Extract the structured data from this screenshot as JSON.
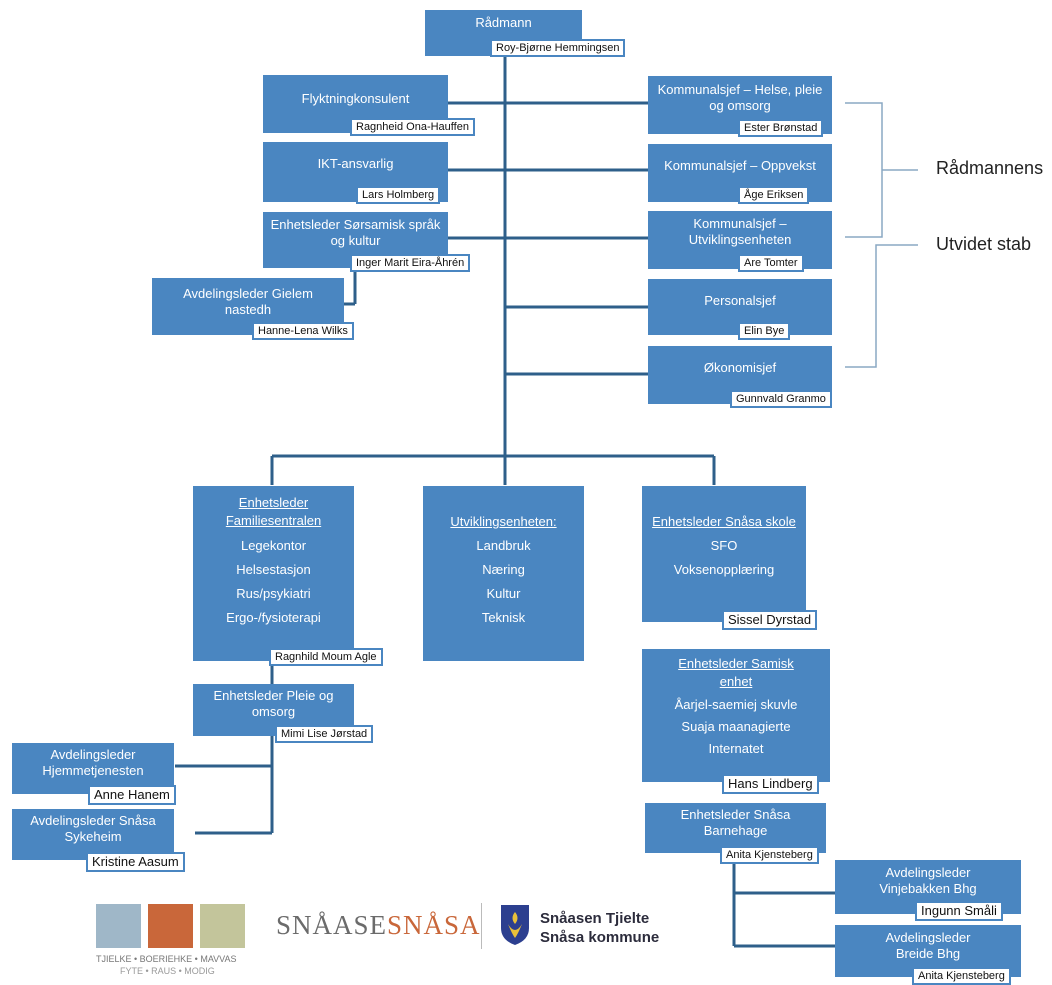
{
  "top": {
    "title": "Rådmann",
    "name": "Roy-Bjørne Hemmingsen"
  },
  "left_staff": [
    {
      "title": "Flyktningkonsulent",
      "name": "Ragnheid Ona-Hauffen"
    },
    {
      "title": "IKT-ansvarlig",
      "name": "Lars Holmberg"
    },
    {
      "title": "Enhetsleder Sørsamisk språk og kultur",
      "name": "Inger Marit Eira-Åhrén"
    },
    {
      "title": "Avdelingsleder Gielem nastedh",
      "name": "Hanne-Lena Wilks"
    }
  ],
  "right_staff": [
    {
      "title": "Kommunalsjef – Helse, pleie og omsorg",
      "name": "Ester Brønstad"
    },
    {
      "title": "Kommunalsjef – Oppvekst",
      "name": "Åge Eriksen"
    },
    {
      "title": "Kommunalsjef – Utviklingsenheten",
      "name": "Are Tomter"
    },
    {
      "title": "Personalsjef",
      "name": "Elin Bye"
    },
    {
      "title": "Økonomisjef",
      "name": "Gunnvald Granmo"
    }
  ],
  "side_labels": {
    "radmannens": "Rådmannens",
    "utvidet": "Utvidet stab"
  },
  "familie": {
    "title": "Enhetsleder Familiesentralen",
    "items": [
      "Legekontor",
      "Helsestasjon",
      "Rus/psykiatri",
      "Ergo-/fysioterapi"
    ],
    "name": "Ragnhild Moum Agle"
  },
  "utvikling": {
    "title": "Utviklingsenheten:",
    "items": [
      "Landbruk",
      "Næring",
      "Kultur",
      "Teknisk"
    ]
  },
  "skole": {
    "title": "Enhetsleder Snåsa skole",
    "items": [
      "SFO",
      "Voksenopplæring"
    ],
    "name": "Sissel Dyrstad"
  },
  "samisk": {
    "title": "Enhetsleder Samisk enhet",
    "items": [
      "Åarjel-saemiej skuvle",
      "Suaja maanagierte",
      "Internatet"
    ],
    "name": "Hans Lindberg"
  },
  "pleie": {
    "title": "Enhetsleder Pleie og omsorg",
    "name": "Mimi Lise Jørstad"
  },
  "hjemme": {
    "title": "Avdelingsleder Hjemmetjenesten",
    "name": "Anne Hanem"
  },
  "sykeheim": {
    "title": "Avdelingsleder Snåsa Sykeheim",
    "name": "Kristine Aasum"
  },
  "barnehage": {
    "title": "Enhetsleder Snåsa Barnehage",
    "name": "Anita Kjensteberg"
  },
  "vinje": {
    "title": "Avdelingsleder Vinjebakken Bhg",
    "name": "Ingunn Småli"
  },
  "breide": {
    "title": "Avdelingsleder Breide Bhg",
    "name": "Anita Kjensteberg"
  },
  "logo": {
    "left_caption": "TJIELKE • BOERIEHKE • MAVVAS",
    "left_caption2": "FYTE • RAUS • MODIG",
    "word_left": "SNÅASE",
    "word_right": "SNÅSA",
    "kommune_line1": "Snåasen Tjielte",
    "kommune_line2": "Snåsa kommune"
  },
  "colors": {
    "box": "#4a86c1",
    "line": "#2e5f8a"
  }
}
